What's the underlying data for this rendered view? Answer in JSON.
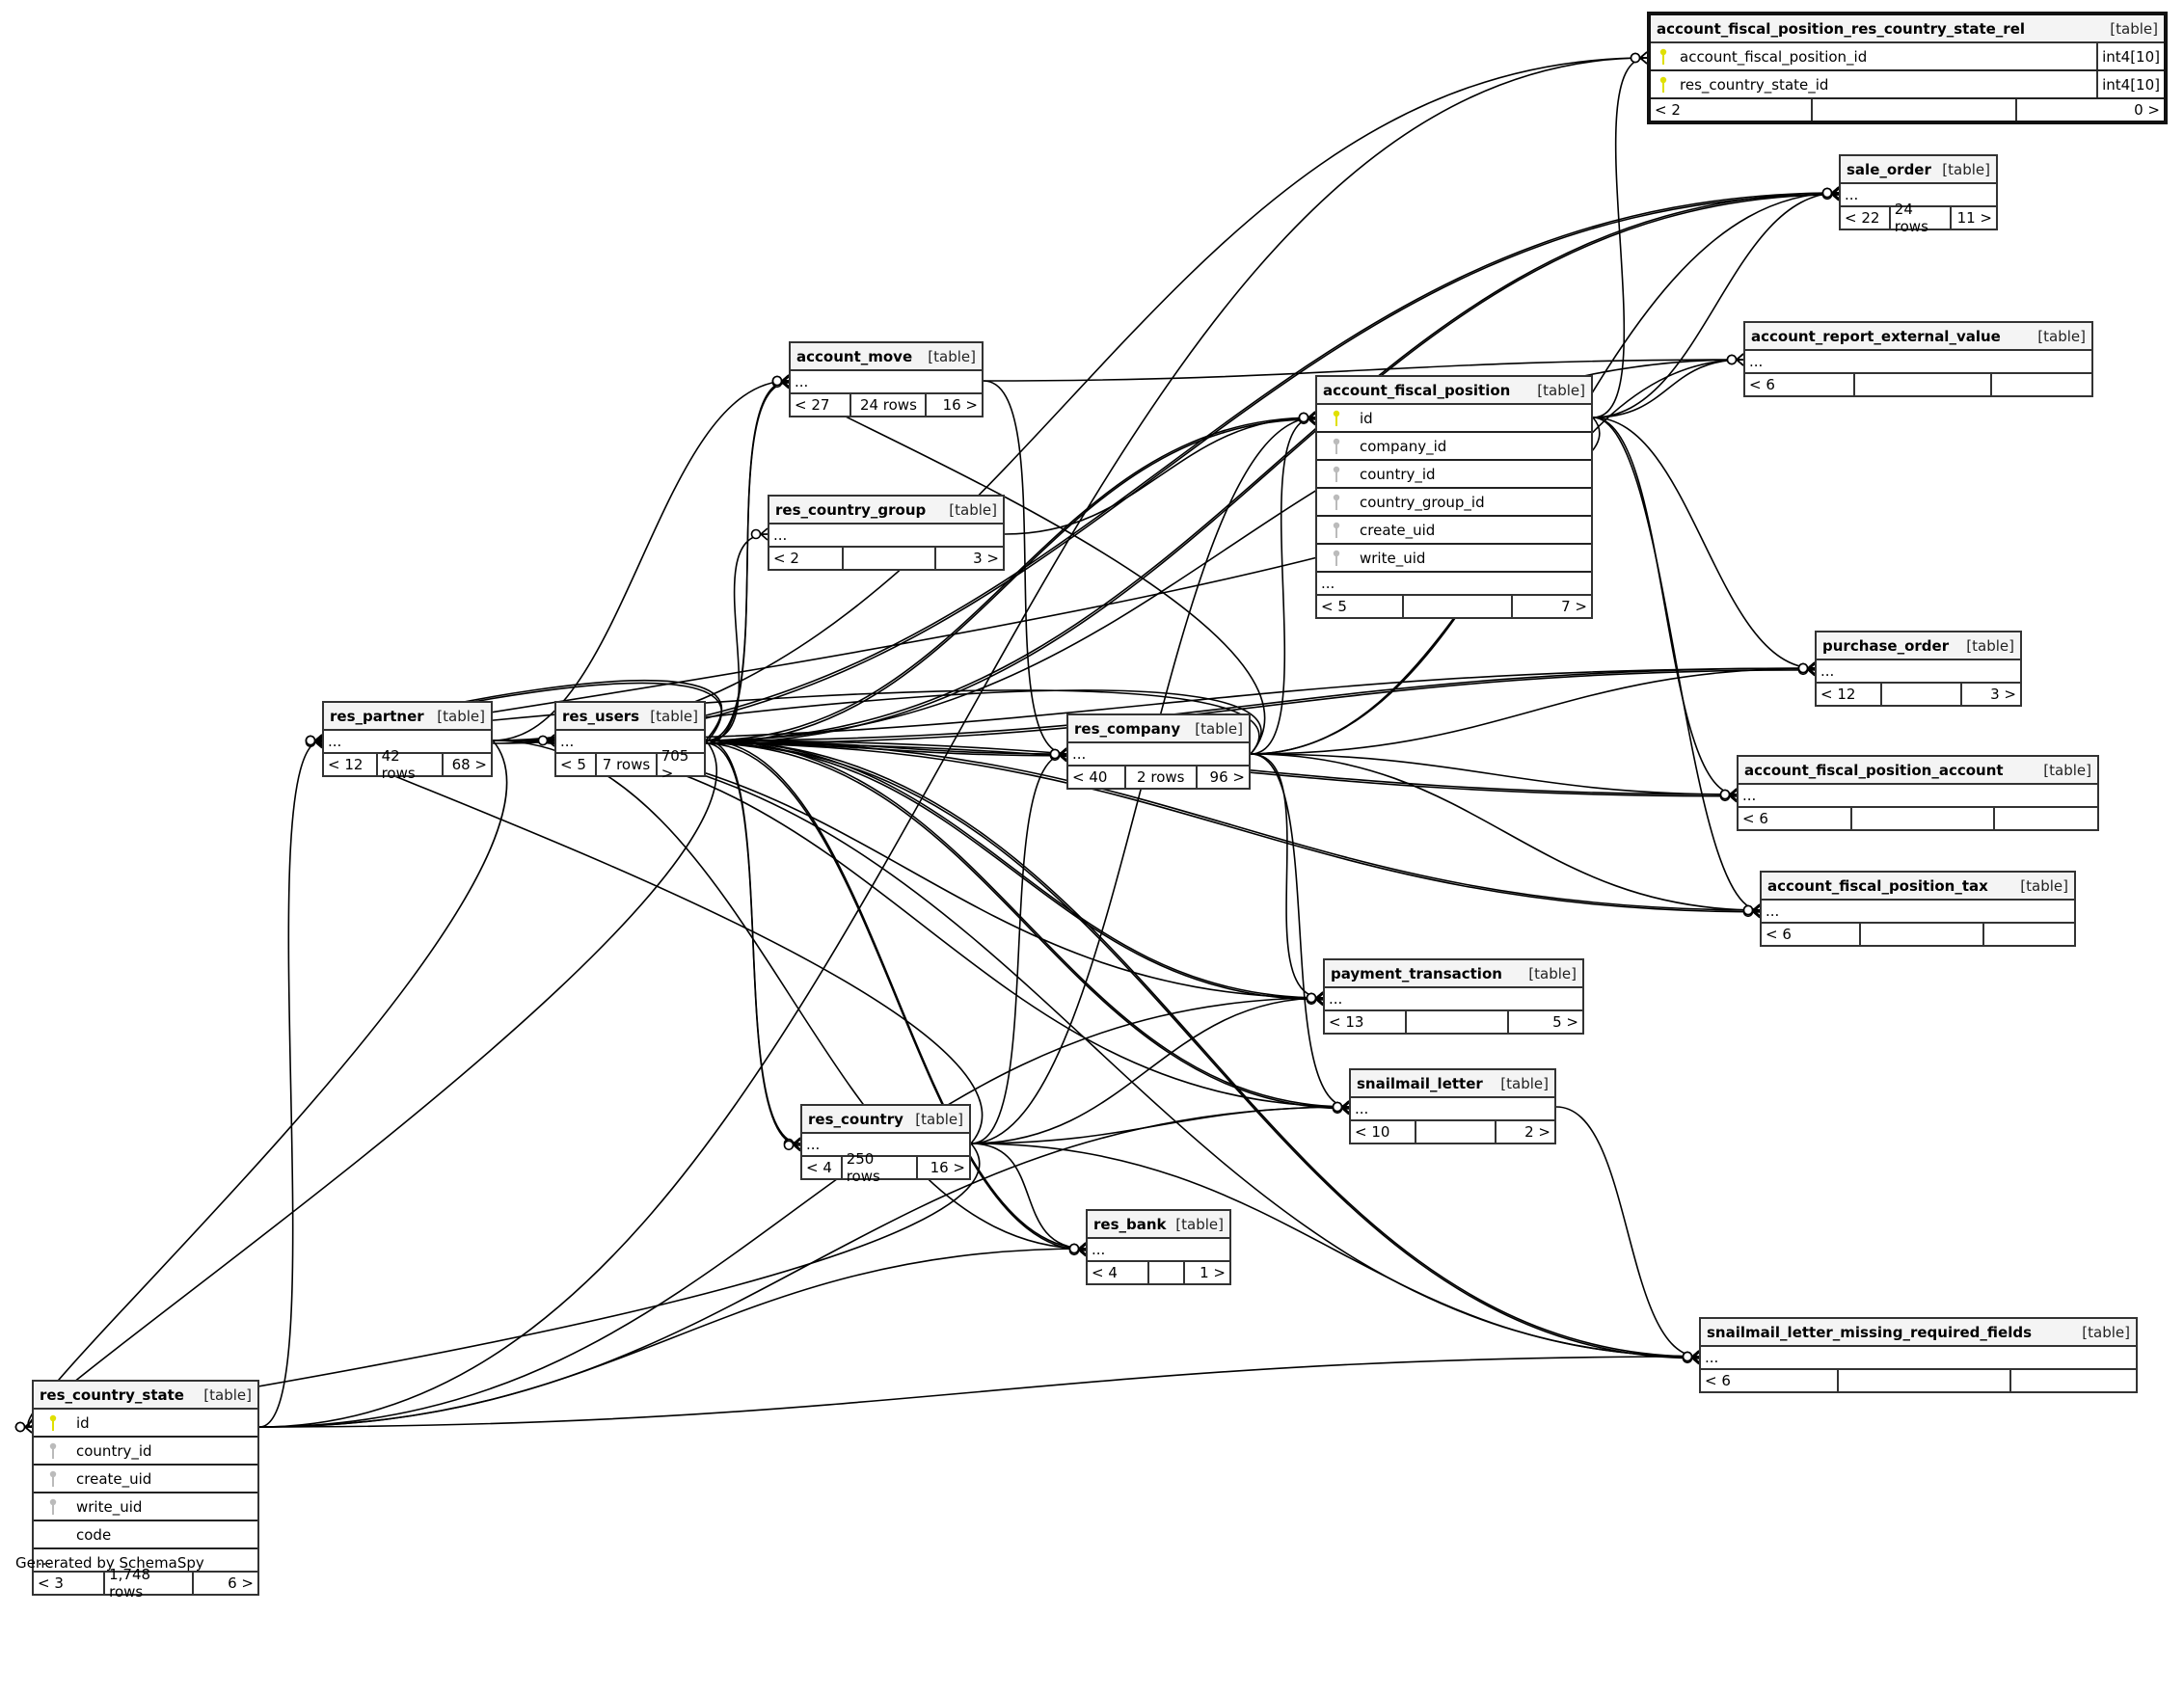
{
  "footer_text": "Generated by SchemaSpy",
  "colors": {
    "primary_key": "#e0e000",
    "foreign_key": "#bbbbbb",
    "header_bg": "#f4f4f4",
    "edge": "#000000"
  },
  "tables": {
    "afp_rel": {
      "name": "account_fiscal_position_res_country_state_rel",
      "kind": "[table]",
      "columns": [
        {
          "name": "account_fiscal_position_id",
          "type": "int4[10]",
          "key": "primary"
        },
        {
          "name": "res_country_state_id",
          "type": "int4[10]",
          "key": "primary"
        }
      ],
      "parents": "< 2",
      "rows": "",
      "children": "0 >"
    },
    "sale_order": {
      "name": "sale_order",
      "kind": "[table]",
      "ellipsis": "...",
      "parents": "< 22",
      "rows": "24 rows",
      "children": "11 >"
    },
    "arev": {
      "name": "account_report_external_value",
      "kind": "[table]",
      "ellipsis": "...",
      "parents": "< 6",
      "rows": "",
      "children": ""
    },
    "afp": {
      "name": "account_fiscal_position",
      "kind": "[table]",
      "columns": [
        {
          "name": "id",
          "key": "primary"
        },
        {
          "name": "company_id",
          "key": "foreign"
        },
        {
          "name": "country_id",
          "key": "foreign"
        },
        {
          "name": "country_group_id",
          "key": "foreign"
        },
        {
          "name": "create_uid",
          "key": "foreign"
        },
        {
          "name": "write_uid",
          "key": "foreign"
        }
      ],
      "ellipsis": "...",
      "parents": "< 5",
      "rows": "",
      "children": "7 >"
    },
    "account_move": {
      "name": "account_move",
      "kind": "[table]",
      "ellipsis": "...",
      "parents": "< 27",
      "rows": "24 rows",
      "children": "16 >"
    },
    "res_country_group": {
      "name": "res_country_group",
      "kind": "[table]",
      "ellipsis": "...",
      "parents": "< 2",
      "rows": "",
      "children": "3 >"
    },
    "purchase_order": {
      "name": "purchase_order",
      "kind": "[table]",
      "ellipsis": "...",
      "parents": "< 12",
      "rows": "",
      "children": "3 >"
    },
    "res_partner": {
      "name": "res_partner",
      "kind": "[table]",
      "ellipsis": "...",
      "parents": "< 12",
      "rows": "42 rows",
      "children": "68 >"
    },
    "res_users": {
      "name": "res_users",
      "kind": "[table]",
      "ellipsis": "...",
      "parents": "< 5",
      "rows": "7 rows",
      "children": "705 >"
    },
    "res_company": {
      "name": "res_company",
      "kind": "[table]",
      "ellipsis": "...",
      "parents": "< 40",
      "rows": "2 rows",
      "children": "96 >"
    },
    "afpa": {
      "name": "account_fiscal_position_account",
      "kind": "[table]",
      "ellipsis": "...",
      "parents": "< 6",
      "rows": "",
      "children": ""
    },
    "afpt": {
      "name": "account_fiscal_position_tax",
      "kind": "[table]",
      "ellipsis": "...",
      "parents": "< 6",
      "rows": "",
      "children": ""
    },
    "payment_transaction": {
      "name": "payment_transaction",
      "kind": "[table]",
      "ellipsis": "...",
      "parents": "< 13",
      "rows": "",
      "children": "5 >"
    },
    "snailmail_letter": {
      "name": "snailmail_letter",
      "kind": "[table]",
      "ellipsis": "...",
      "parents": "< 10",
      "rows": "",
      "children": "2 >"
    },
    "res_country": {
      "name": "res_country",
      "kind": "[table]",
      "ellipsis": "...",
      "parents": "< 4",
      "rows": "250 rows",
      "children": "16 >"
    },
    "res_bank": {
      "name": "res_bank",
      "kind": "[table]",
      "ellipsis": "...",
      "parents": "< 4",
      "rows": "",
      "children": "1 >"
    },
    "slmrf": {
      "name": "snailmail_letter_missing_required_fields",
      "kind": "[table]",
      "ellipsis": "...",
      "parents": "< 6",
      "rows": "",
      "children": ""
    },
    "res_country_state": {
      "name": "res_country_state",
      "kind": "[table]",
      "columns": [
        {
          "name": "id",
          "key": "primary"
        },
        {
          "name": "country_id",
          "key": "foreign"
        },
        {
          "name": "create_uid",
          "key": "foreign"
        },
        {
          "name": "write_uid",
          "key": "foreign"
        },
        {
          "name": "code",
          "key": "none"
        }
      ],
      "ellipsis": "...",
      "parents": "< 3",
      "rows": "1,748 rows",
      "children": "6 >"
    }
  },
  "relationships": [
    [
      "res_partner",
      "sale_order"
    ],
    [
      "res_partner",
      "sale_order"
    ],
    [
      "res_partner",
      "purchase_order"
    ],
    [
      "res_partner",
      "account_move"
    ],
    [
      "res_partner",
      "payment_transaction"
    ],
    [
      "res_partner",
      "snailmail_letter"
    ],
    [
      "res_partner",
      "slmrf"
    ],
    [
      "res_partner",
      "res_users"
    ],
    [
      "res_partner",
      "res_bank"
    ],
    [
      "res_partner",
      "afp_rel"
    ],
    [
      "res_partner",
      "res_country_state"
    ],
    [
      "res_users",
      "sale_order"
    ],
    [
      "res_users",
      "sale_order"
    ],
    [
      "res_users",
      "purchase_order"
    ],
    [
      "res_users",
      "purchase_order"
    ],
    [
      "res_users",
      "account_move"
    ],
    [
      "res_users",
      "account_move"
    ],
    [
      "res_users",
      "res_company"
    ],
    [
      "res_users",
      "res_company"
    ],
    [
      "res_users",
      "afp"
    ],
    [
      "res_users",
      "afp"
    ],
    [
      "res_users",
      "afpa"
    ],
    [
      "res_users",
      "afpa"
    ],
    [
      "res_users",
      "afpt"
    ],
    [
      "res_users",
      "afpt"
    ],
    [
      "res_users",
      "payment_transaction"
    ],
    [
      "res_users",
      "payment_transaction"
    ],
    [
      "res_users",
      "snailmail_letter"
    ],
    [
      "res_users",
      "snailmail_letter"
    ],
    [
      "res_users",
      "res_country"
    ],
    [
      "res_users",
      "res_country"
    ],
    [
      "res_users",
      "res_bank"
    ],
    [
      "res_users",
      "res_bank"
    ],
    [
      "res_users",
      "slmrf"
    ],
    [
      "res_users",
      "slmrf"
    ],
    [
      "res_users",
      "res_country_group"
    ],
    [
      "res_users",
      "res_partner"
    ],
    [
      "res_users",
      "res_partner"
    ],
    [
      "res_users",
      "arev"
    ],
    [
      "res_users",
      "res_country_state"
    ],
    [
      "res_company",
      "sale_order"
    ],
    [
      "res_company",
      "purchase_order"
    ],
    [
      "res_company",
      "afp"
    ],
    [
      "res_company",
      "afpa"
    ],
    [
      "res_company",
      "afpt"
    ],
    [
      "res_company",
      "payment_transaction"
    ],
    [
      "res_company",
      "snailmail_letter"
    ],
    [
      "res_company",
      "arev"
    ],
    [
      "res_company",
      "res_partner"
    ],
    [
      "res_company",
      "res_users"
    ],
    [
      "res_company",
      "account_move"
    ],
    [
      "res_country",
      "afp"
    ],
    [
      "res_country",
      "res_partner"
    ],
    [
      "res_country",
      "snailmail_letter"
    ],
    [
      "res_country",
      "payment_transaction"
    ],
    [
      "res_country",
      "res_bank"
    ],
    [
      "res_country",
      "res_country_state"
    ],
    [
      "res_country",
      "slmrf"
    ],
    [
      "res_country",
      "res_company"
    ],
    [
      "res_country_group",
      "afp"
    ],
    [
      "afp",
      "sale_order"
    ],
    [
      "afp",
      "purchase_order"
    ],
    [
      "afp",
      "afpa"
    ],
    [
      "afp",
      "afpt"
    ],
    [
      "afp",
      "arev"
    ],
    [
      "afp",
      "afp_rel"
    ],
    [
      "afp",
      "res_partner"
    ],
    [
      "account_move",
      "res_company"
    ],
    [
      "account_move",
      "arev"
    ],
    [
      "res_country_state",
      "res_partner"
    ],
    [
      "res_country_state",
      "res_bank"
    ],
    [
      "res_country_state",
      "payment_transaction"
    ],
    [
      "res_country_state",
      "snailmail_letter"
    ],
    [
      "res_country_state",
      "slmrf"
    ],
    [
      "res_country_state",
      "afp_rel"
    ],
    [
      "snailmail_letter",
      "slmrf"
    ]
  ]
}
